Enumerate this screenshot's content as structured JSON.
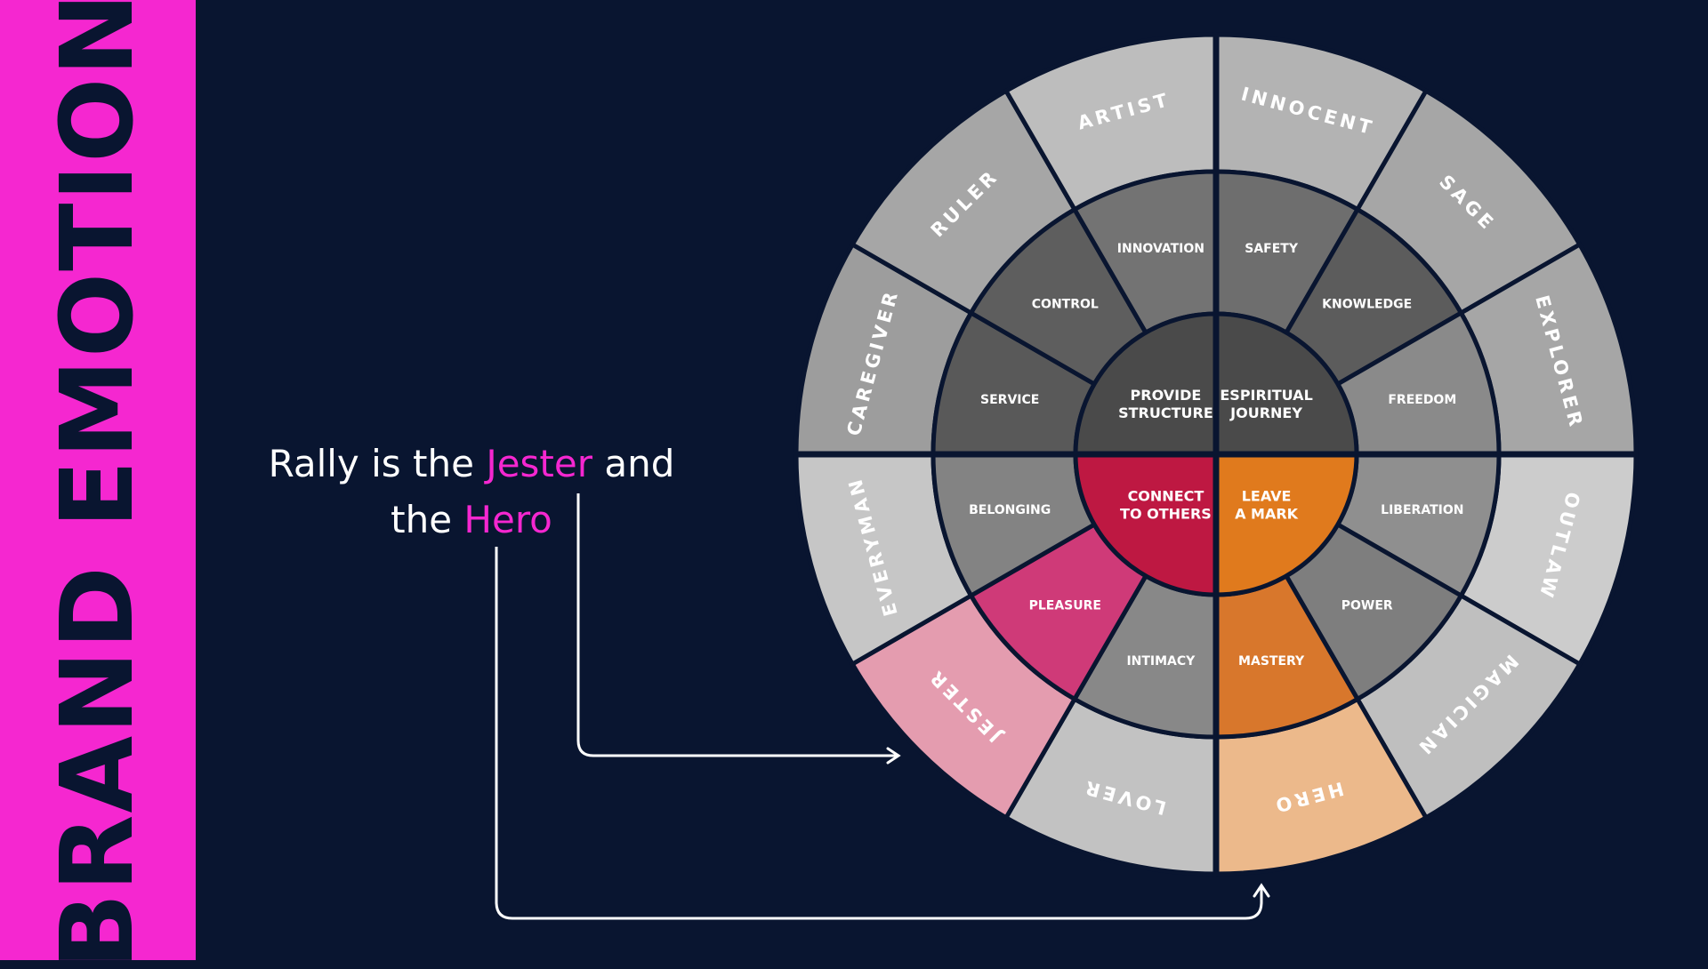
{
  "sidebar": {
    "title": "BRAND EMOTION",
    "color": "#f527d0"
  },
  "headline": {
    "prefix": "Rally is the",
    "jester": "Jester",
    "middle": "and",
    "the": "the",
    "hero": "Hero",
    "accent_color": "#f527d0"
  },
  "wheel": {
    "outer_ring": [
      {
        "label": "INNOCENT",
        "color": "#b3b3b3"
      },
      {
        "label": "SAGE",
        "color": "#a6a6a6"
      },
      {
        "label": "EXPLORER",
        "color": "#a6a6a6"
      },
      {
        "label": "OUTLAW",
        "color": "#cccccc"
      },
      {
        "label": "MAGICIAN",
        "color": "#bfbfbf"
      },
      {
        "label": "HERO",
        "color": "#ecb98b"
      },
      {
        "label": "LOVER",
        "color": "#c2c2c2"
      },
      {
        "label": "JESTER",
        "color": "#e49caf"
      },
      {
        "label": "EVERYMAN",
        "color": "#c6c6c6"
      },
      {
        "label": "CAREGIVER",
        "color": "#9d9d9d"
      },
      {
        "label": "RULER",
        "color": "#a6a6a6"
      },
      {
        "label": "ARTIST",
        "color": "#bdbdbd"
      }
    ],
    "middle_ring": [
      {
        "label": "SAFETY",
        "color": "#6e6e6e"
      },
      {
        "label": "KNOWLEDGE",
        "color": "#5c5c5c"
      },
      {
        "label": "FREEDOM",
        "color": "#8a8a8a"
      },
      {
        "label": "LIBERATION",
        "color": "#8f8f8f"
      },
      {
        "label": "POWER",
        "color": "#7e7e7e"
      },
      {
        "label": "MASTERY",
        "color": "#d8772c"
      },
      {
        "label": "INTIMACY",
        "color": "#888888"
      },
      {
        "label": "PLEASURE",
        "color": "#cf3a78"
      },
      {
        "label": "BELONGING",
        "color": "#838383"
      },
      {
        "label": "SERVICE",
        "color": "#595959"
      },
      {
        "label": "CONTROL",
        "color": "#5e5e5e"
      },
      {
        "label": "INNOVATION",
        "color": "#737373"
      }
    ],
    "inner_ring": [
      {
        "line1": "ESPIRITUAL",
        "line2": "JOURNEY",
        "color": "#4a4a4a"
      },
      {
        "line1": "LEAVE",
        "line2": "A MARK",
        "color": "#e07a1d"
      },
      {
        "line1": "CONNECT",
        "line2": "TO OTHERS",
        "color": "#be1842"
      },
      {
        "line1": "PROVIDE",
        "line2": "STRUCTURE",
        "color": "#4a4a4a"
      }
    ],
    "separator_color": "#091530"
  }
}
